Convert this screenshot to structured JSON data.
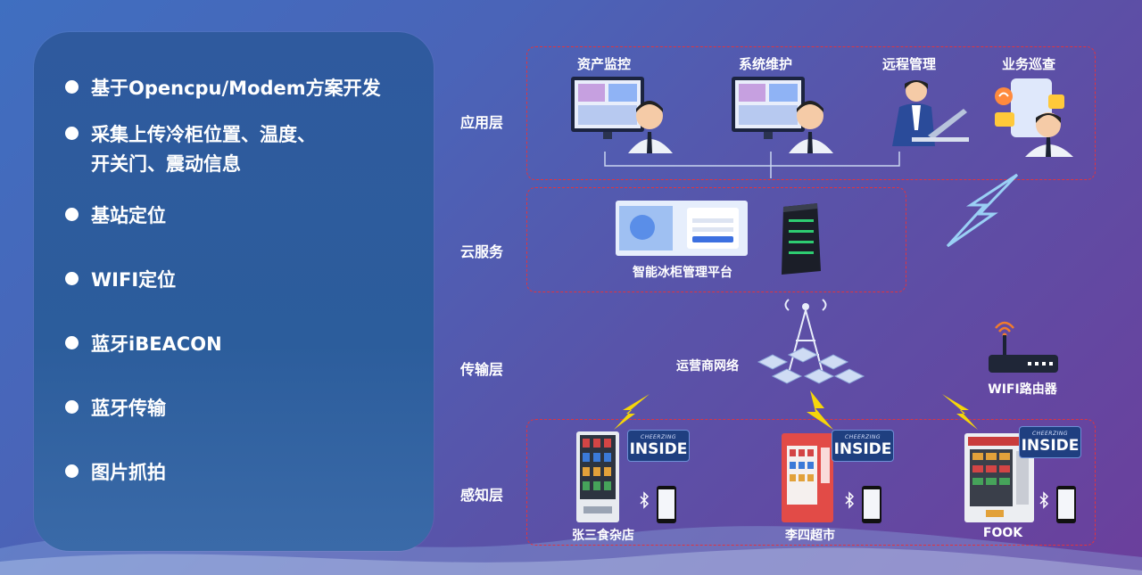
{
  "bullets": [
    "基于Opencpu/Modem方案开发",
    "采集上传冷柜位置、温度、",
    "开关门、震动信息",
    "基站定位",
    "WIFI定位",
    "蓝牙iBEACON",
    "蓝牙传输",
    "图片抓拍"
  ],
  "layers": {
    "application": "应用层",
    "cloud": "云服务",
    "transport": "传输层",
    "sensing": "感知层"
  },
  "applications": [
    "资产监控",
    "系统维护",
    "远程管理",
    "业务巡查"
  ],
  "cloud": {
    "platform_label": "智能冰柜管理平台"
  },
  "network": {
    "carrier_label": "运营商网络",
    "router_label": "WIFI路由器"
  },
  "stores": [
    "张三食杂店",
    "李四超市",
    "FOOK"
  ],
  "badge": {
    "top": "CHEERZING",
    "main": "INSIDE"
  },
  "colors": {
    "dashed_border": "#e0343f",
    "lightning": "#f5d50a",
    "panel": "#2f5a9e"
  }
}
